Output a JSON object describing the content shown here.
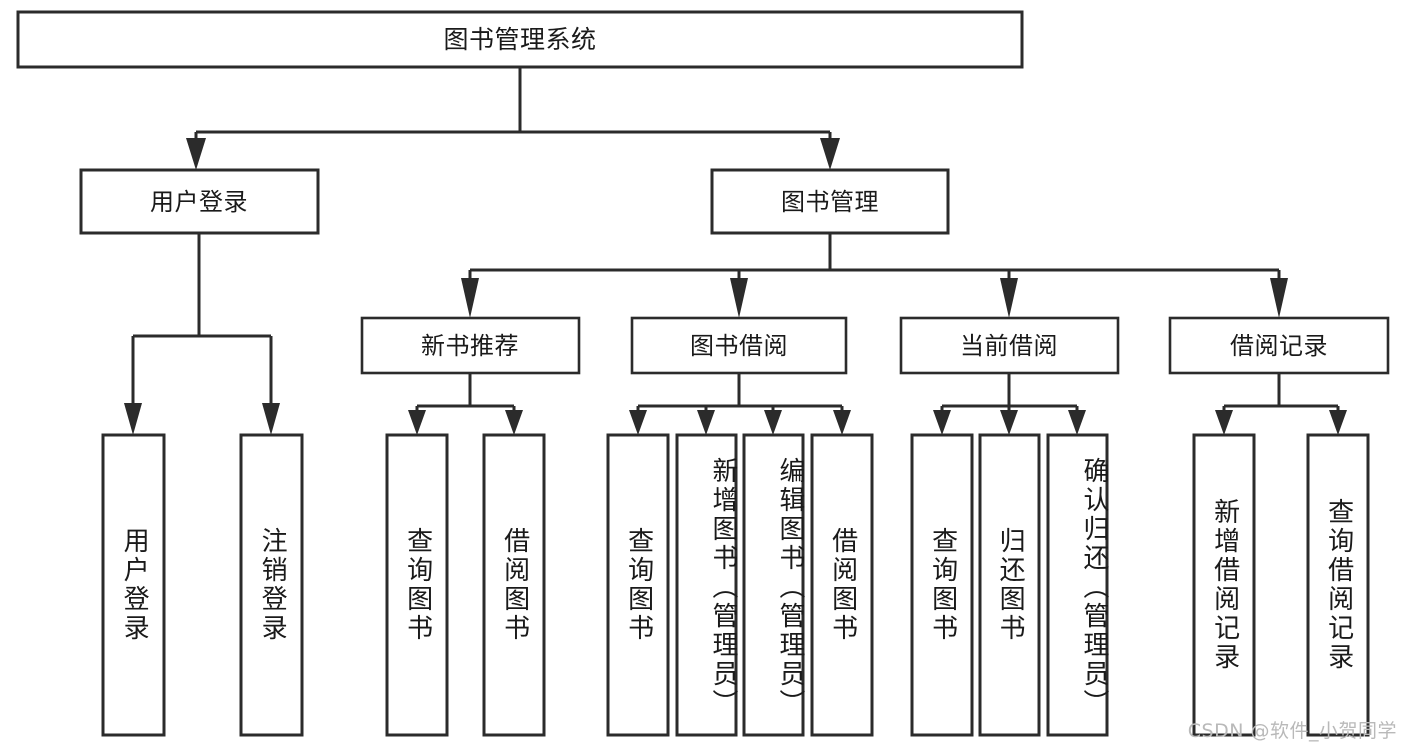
{
  "diagram": {
    "type": "tree",
    "title": "图书管理系统",
    "orientation": "top-down",
    "colors": {
      "box_stroke": "#2b2b2b",
      "box_fill": "#ffffff",
      "text": "#1a1a1a",
      "background": "#ffffff",
      "watermark": "#b9b9b9"
    },
    "root": {
      "label": "图书管理系统"
    },
    "level2": [
      {
        "label": "用户登录"
      },
      {
        "label": "图书管理"
      }
    ],
    "level3": [
      {
        "label": "新书推荐"
      },
      {
        "label": "图书借阅"
      },
      {
        "label": "当前借阅"
      },
      {
        "label": "借阅记录"
      }
    ],
    "leaves": {
      "user_login": [
        {
          "label": "用户登录"
        },
        {
          "label": "注销登录"
        }
      ],
      "new_book_recommend": [
        {
          "label": "查询图书"
        },
        {
          "label": "借阅图书"
        }
      ],
      "book_borrow": [
        {
          "label": "查询图书"
        },
        {
          "label": "新增图书（管理员）"
        },
        {
          "label": "编辑图书（管理员）"
        },
        {
          "label": "借阅图书"
        }
      ],
      "current_borrow": [
        {
          "label": "查询图书"
        },
        {
          "label": "归还图书"
        },
        {
          "label": "确认归还（管理员）"
        }
      ],
      "borrow_record": [
        {
          "label": "新增借阅记录"
        },
        {
          "label": "查询借阅记录"
        }
      ]
    },
    "watermark": "CSDN @软件_小贺同学"
  }
}
